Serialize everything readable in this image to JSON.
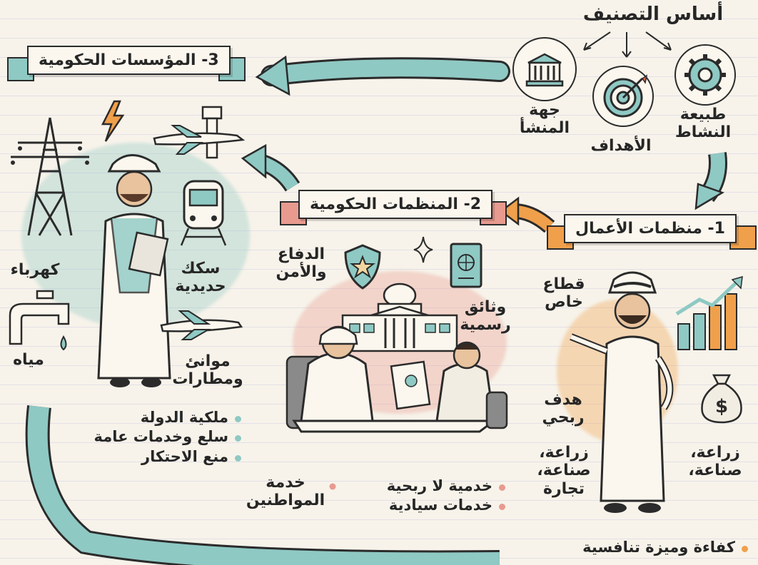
{
  "header": {
    "title": "أساس التصنيف"
  },
  "criteria": [
    {
      "label": "طبيعة\nالنشاط",
      "icon": "gear-icon"
    },
    {
      "label": "الأهداف",
      "icon": "target-icon"
    },
    {
      "label": "جهة\nالمنشأ",
      "icon": "building-icon"
    }
  ],
  "sections": {
    "business": {
      "title": "1- منظمات الأعمال",
      "private_sector": "قطاع\nخاص",
      "profit_goal": "هدف\nربحي",
      "sectors_left": "زراعة،\nصناعة،\nتجارة",
      "sectors_right": "زراعة،\nصناعة،",
      "bullets": [
        "كفاءة وميزة تنافسية"
      ]
    },
    "gov_orgs": {
      "title": "2- المنظمات الحكومية",
      "defense": "الدفاع\nوالأمن",
      "documents": "وثائق\nرسمية",
      "citizen_service": "خدمة\nالمواطنين",
      "bullets": [
        "خدمية لا ربحية",
        "خدمات سيادية"
      ]
    },
    "gov_institutions": {
      "title": "3- المؤسسات الحكومية",
      "electricity": "كهرباء",
      "water": "مياه",
      "railways": "سكك\nحديدية",
      "ports": "موانئ\nومطارات",
      "bullets": [
        "ملكية الدولة",
        "سلع وخدمات عامة",
        "منع الاحتكار"
      ]
    }
  },
  "colors": {
    "teal": "#8fc9c4",
    "orange": "#f0a04b",
    "coral": "#e89a8f",
    "ink": "#2b2b2b"
  }
}
